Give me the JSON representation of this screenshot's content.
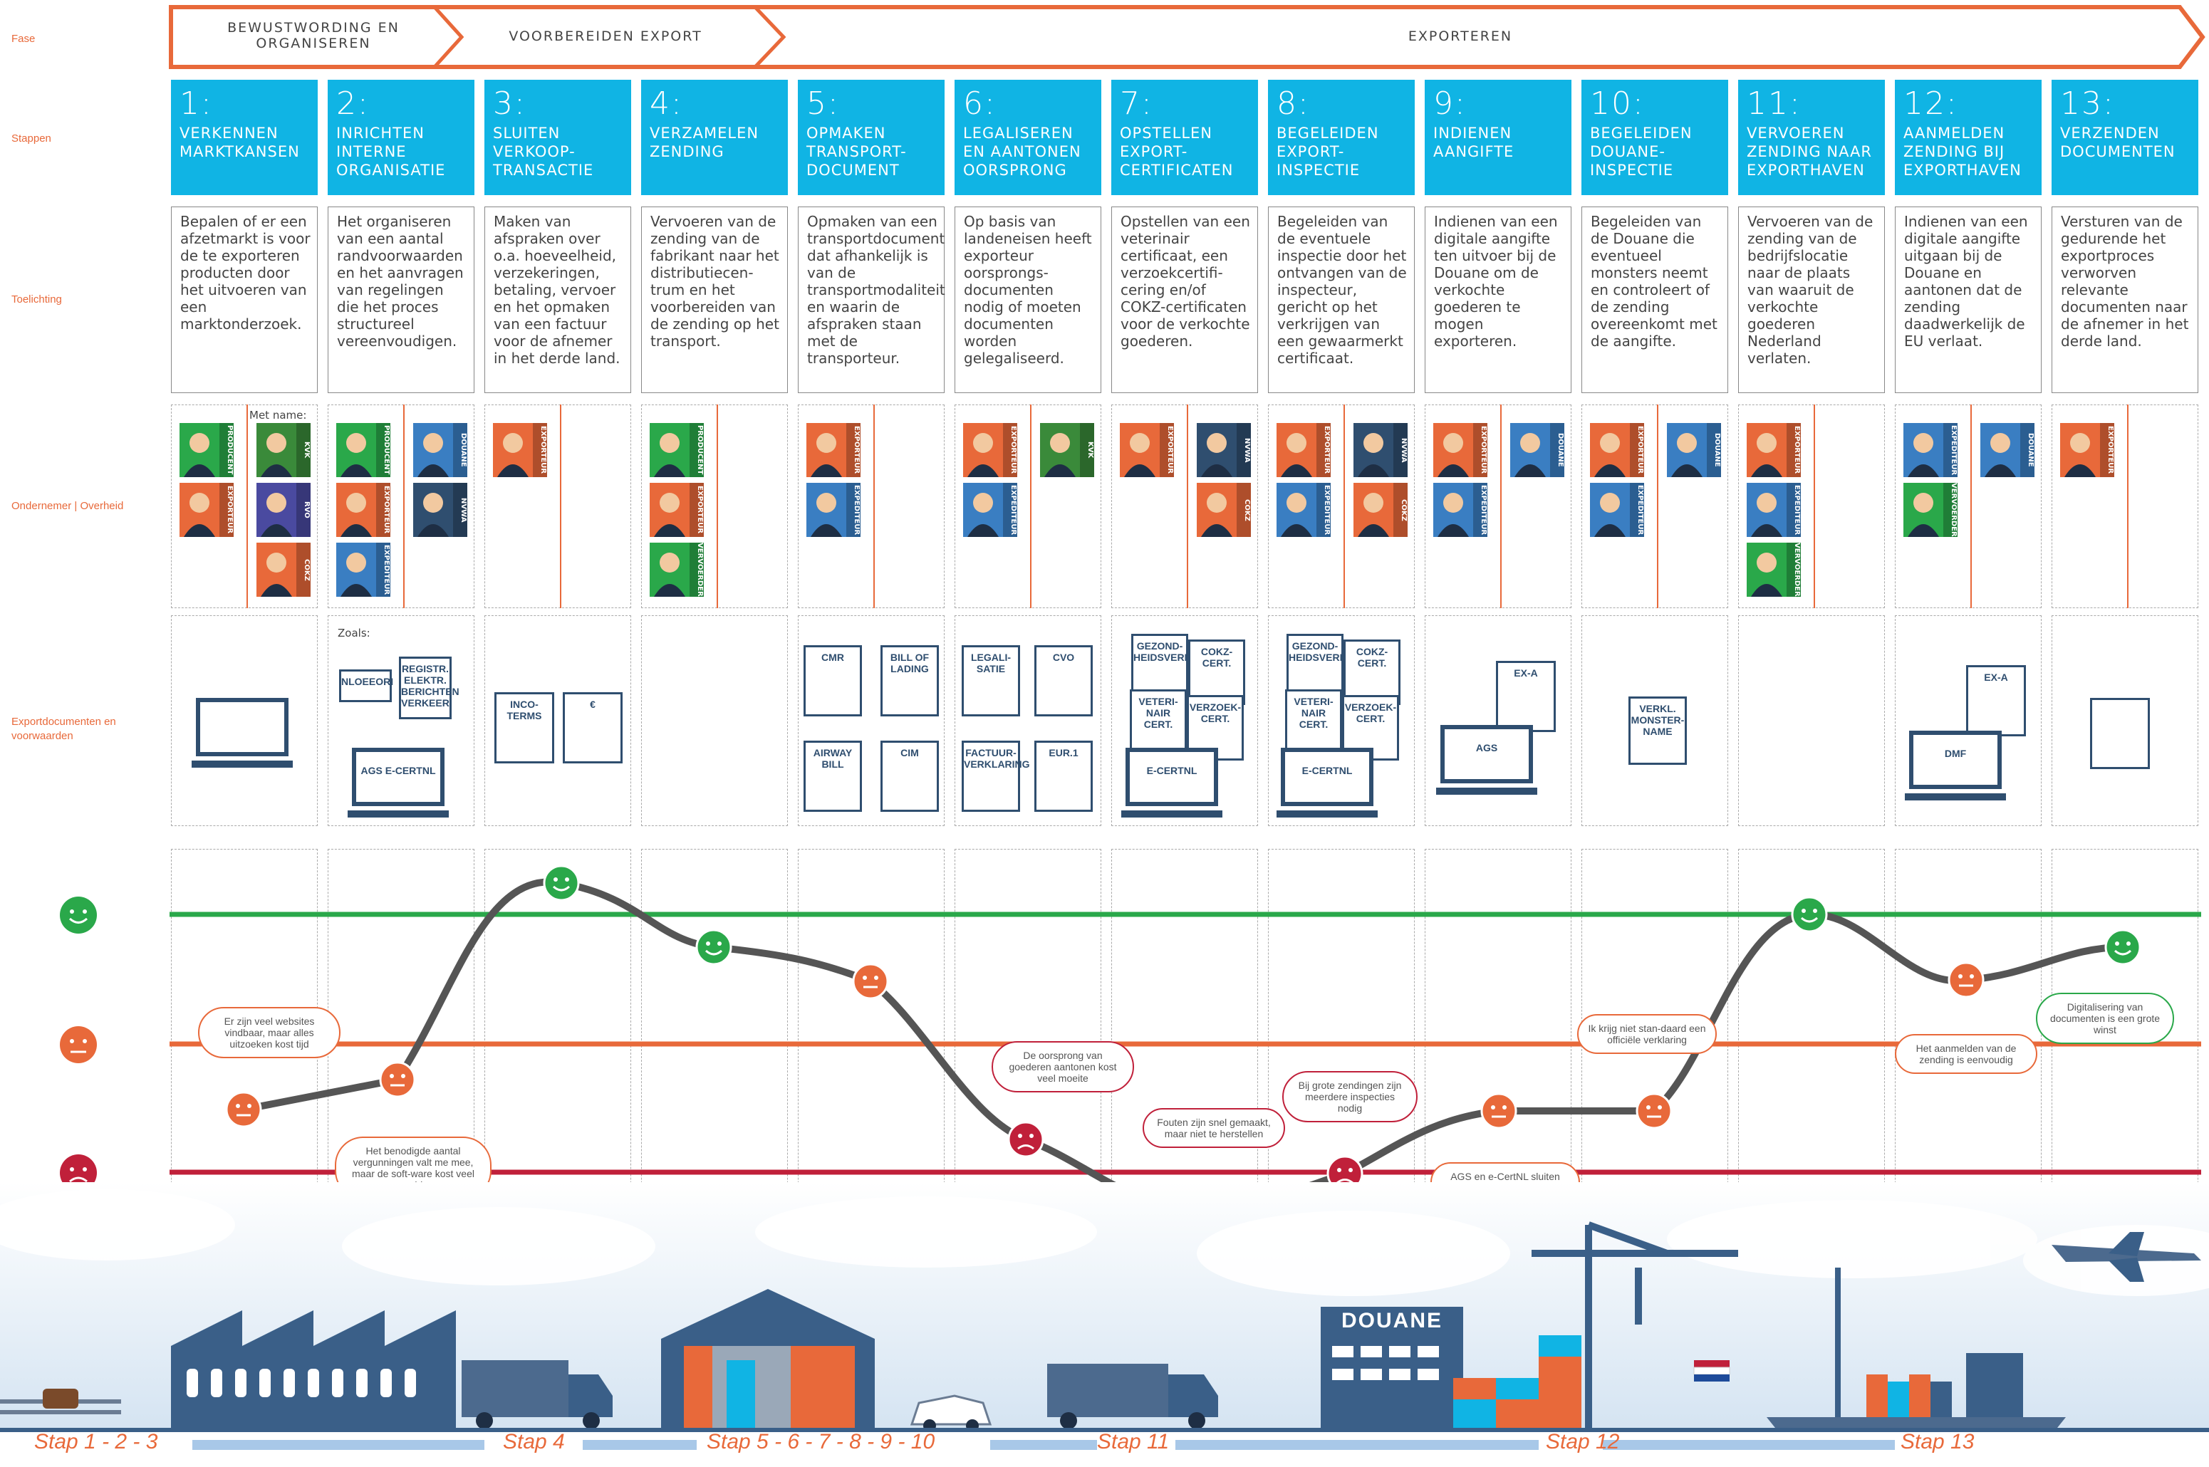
{
  "row_labels": {
    "fase": "Fase",
    "stappen": "Stappen",
    "toelichting": "Toelichting",
    "ondernemer": "Ondernemer | Overheid",
    "exportdocumenten": "Exportdocumenten en voorwaarden"
  },
  "phases": [
    {
      "label": "BEWUSTWORDING EN ORGANISEREN"
    },
    {
      "label": "VOORBEREIDEN EXPORT"
    },
    {
      "label": "EXPORTEREN"
    }
  ],
  "steps": [
    {
      "num": "1:",
      "title": "VERKENNEN MARKTKANSEN",
      "text": "Bepalen of er een afzetmarkt is voor de te exporteren producten door het uitvoeren van een marktonderzoek."
    },
    {
      "num": "2:",
      "title": "INRICHTEN INTERNE ORGANISATIE",
      "text": "Het organiseren van een aantal randvoorwaarden en het aanvragen van regelingen die het proces structureel vereenvoudigen."
    },
    {
      "num": "3:",
      "title": "SLUITEN VERKOOP-TRANSACTIE",
      "text": "Maken van afspraken over o.a. hoeveelheid, verzekeringen, betaling, vervoer en het opmaken van een factuur voor de afnemer in het derde land."
    },
    {
      "num": "4:",
      "title": "VERZAMELEN ZENDING",
      "text": "Vervoeren van de zending van de fabrikant naar het distributiecen-trum en het voorbereiden van de zending op het transport."
    },
    {
      "num": "5:",
      "title": "OPMAKEN TRANSPORT-DOCUMENT",
      "text": "Opmaken van een transportdocument dat afhankelijk is van de transportmodaliteit en waarin de afspraken staan met de transporteur."
    },
    {
      "num": "6:",
      "title": "LEGALISEREN EN AANTONEN OORSPRONG",
      "text": "Op basis van landeneisen heeft exporteur oorsprongs-documenten nodig of moeten documenten worden gelegaliseerd."
    },
    {
      "num": "7:",
      "title": "OPSTELLEN EXPORT-CERTIFICATEN",
      "text": "Opstellen van een veterinair certificaat, een verzoekcertifi-cering en/of COKZ-certificaten voor de verkochte goederen."
    },
    {
      "num": "8:",
      "title": "BEGELEIDEN EXPORT-INSPECTIE",
      "text": "Begeleiden van de eventuele inspectie door het ontvangen van de inspecteur, gericht op het verkrijgen van een gewaarmerkt certificaat."
    },
    {
      "num": "9:",
      "title": "INDIENEN AANGIFTE",
      "text": "Indienen van een digitale aangifte ten uitvoer bij de Douane om de verkochte goederen te mogen exporteren."
    },
    {
      "num": "10:",
      "title": "BEGELEIDEN DOUANE-INSPECTIE",
      "text": "Begeleiden van de Douane die eventueel monsters neemt en controleert of de zending overeenkomt met de aangifte."
    },
    {
      "num": "11:",
      "title": "VERVOEREN ZENDING NAAR EXPORTHAVEN",
      "text": "Vervoeren van de zending van de bedrijfslocatie naar de plaats van waaruit de verkochte goederen Nederland verlaten."
    },
    {
      "num": "12:",
      "title": "AANMELDEN ZENDING BIJ EXPORTHAVEN",
      "text": "Indienen van een digitale aangifte uitgaan bij de Douane en aantonen dat de zending daadwerkelijk de EU verlaat."
    },
    {
      "num": "13:",
      "title": "VERZENDEN DOCUMENTEN",
      "text": "Versturen van de gedurende het exportproces verworven relevante documenten naar de afnemer in het derde land."
    }
  ],
  "actors": {
    "met_name": "Met name:",
    "producent": "PRODUCENT",
    "exporteur": "EXPORTEUR",
    "vervoerder": "VERVOERDER",
    "douane": "DOUANE",
    "nvwa": "NVWA",
    "rvo": "RVO",
    "kvk": "KVK",
    "cokz": "COKZ",
    "expediteur": "EXPEDITEUR"
  },
  "documents": {
    "zoals": "Zoals:",
    "nl_eori": "NLOEEORI",
    "registr": "REGISTR. ELEKTR. BERICHTEN VERKEER",
    "ags_ecertnl": "AGS E-CERTNL",
    "incoterms": "INCO-TERMS",
    "euro": "€",
    "cmr": "CMR",
    "bill_of_lading": "BILL OF LADING",
    "airway_bill": "AIRWAY BILL",
    "cim": "CIM",
    "legalisatie": "LEGALI-SATIE",
    "cvo": "CVO",
    "factuurverklaring": "FACTUUR-VERKLARING",
    "eur1": "EUR.1",
    "gezondheidsverkl": "GEZOND-HEIDSVERKL",
    "cokz_cert": "COKZ-CERT.",
    "veterinair": "VETERI-NAIR CERT.",
    "verzoek_cert": "VERZOEK-CERT.",
    "ecertnl": "E-CERTNL",
    "ex_a": "EX-A",
    "ags": "AGS",
    "verkl_monster": "VERKL. MONSTER-NAME",
    "dmf": "DMF"
  },
  "bubbles": [
    {
      "text": "Er zijn veel websites vindbaar, maar alles uitzoeken kost tijd",
      "color": "orange"
    },
    {
      "text": "Het benodigde aantal vergunningen valt me mee, maar de soft-ware kost veel geld",
      "color": "orange"
    },
    {
      "text": "De oorsprong van goederen aantonen kost veel moeite",
      "color": "red"
    },
    {
      "text": "Fouten zijn snel gemaakt, maar niet te herstellen",
      "color": "red"
    },
    {
      "text": "Bij grote zendingen zijn meerdere inspecties nodig",
      "color": "red"
    },
    {
      "text": "AGS en e-CertNL sluiten onvoldoende op elkaar aan",
      "color": "orange"
    },
    {
      "text": "Ik krijg niet stan-daard een officiële verklaring",
      "color": "orange"
    },
    {
      "text": "Het aanmelden van de zending is eenvoudig",
      "color": "orange"
    },
    {
      "text": "Digitalisering van documenten is een grote winst",
      "color": "green"
    }
  ],
  "scene": {
    "douane_sign": "DOUANE"
  },
  "stap_labels": [
    {
      "text": "Stap 1 - 2 - 3"
    },
    {
      "text": "Stap 4"
    },
    {
      "text": "Stap 5 - 6 - 7 - 8 - 9 - 10"
    },
    {
      "text": "Stap 11"
    },
    {
      "text": "Stap 12"
    },
    {
      "text": "Stap 13"
    }
  ],
  "colors": {
    "accent": "#e8693a",
    "step_blue": "#10b4e4",
    "happy": "#2aa84a",
    "neutral": "#e8693a",
    "sad": "#c0203a",
    "icon_dark": "#2f4e6f"
  }
}
